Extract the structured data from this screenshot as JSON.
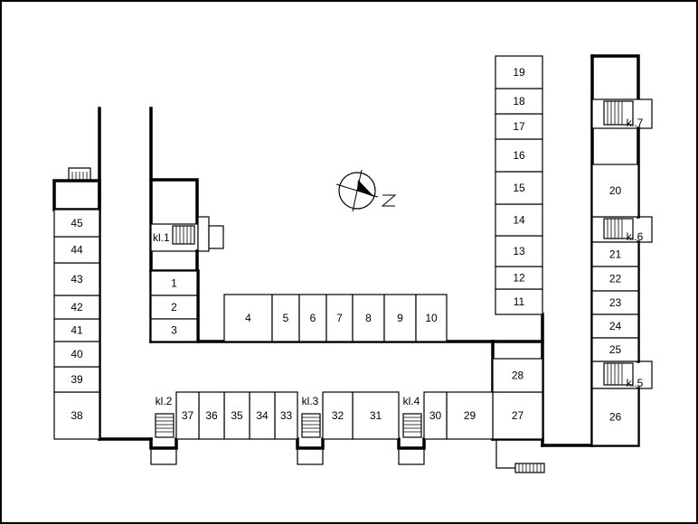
{
  "rooms": [
    "1",
    "2",
    "3",
    "4",
    "5",
    "6",
    "7",
    "8",
    "9",
    "10",
    "11",
    "12",
    "13",
    "14",
    "15",
    "16",
    "17",
    "18",
    "19",
    "20",
    "21",
    "22",
    "23",
    "24",
    "25",
    "26",
    "27",
    "28",
    "29",
    "30",
    "31",
    "32",
    "33",
    "34",
    "35",
    "36",
    "37",
    "38",
    "39",
    "40",
    "41",
    "42",
    "43",
    "44",
    "45"
  ],
  "stairwells": [
    "kl.1",
    "kl.2",
    "kl.3",
    "kl.4",
    "kl.5",
    "kl.6",
    "kl.7"
  ],
  "compass_icon": "compass-north-arrow-icon",
  "stair_icon": "staircase-icon"
}
